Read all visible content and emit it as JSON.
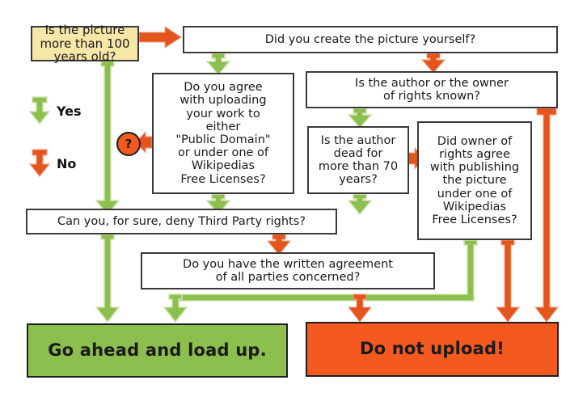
{
  "diagram": {
    "title": "Wikipedia picture upload decision flowchart",
    "colors": {
      "yes_green": "#8cbf4d",
      "no_orange": "#f4591f",
      "start_yellow": "#f6e6a8",
      "box_border": "#3a3a3a",
      "background": "#ffffff"
    },
    "legend": [
      {
        "key": "yes",
        "label": "Yes",
        "color": "#8cbf4d",
        "icon": "arrow-down-green-icon"
      },
      {
        "key": "no",
        "label": "No",
        "color": "#f4591f",
        "icon": "arrow-down-orange-icon"
      }
    ],
    "marker": {
      "name": "question-marker",
      "label": "?"
    },
    "nodes": {
      "start": "Is the picture\nmore than 100\nyears old?",
      "created_yourself": "Did you create the picture yourself?",
      "agree_upload": "Do you agree\nwith uploading\nyour work to\neither\n\"Public Domain\"\nor under one of\nWikipedias\nFree Licenses?",
      "author_known": "Is the author or the owner\nof rights known?",
      "author_dead": "Is the author\ndead for\nmore than 70\nyears?",
      "owner_agree": "Did owner of\nrights agree\nwith publishing\nthe picture\nunder one of\nWikipedias\nFree Licenses?",
      "third_party": "Can you, for sure, deny Third Party rights?",
      "written_agreement": "Do you have the written agreement\nof all parties concerned?",
      "result_yes": "Go ahead and load up.",
      "result_no": "Do not upload!"
    },
    "edges": [
      {
        "from": "start",
        "to": "created_yourself",
        "answer": "No",
        "color": "#f4591f"
      },
      {
        "from": "start",
        "to": "third_party",
        "answer": "Yes",
        "color": "#8cbf4d"
      },
      {
        "from": "created_yourself",
        "to": "agree_upload",
        "answer": "Yes",
        "color": "#8cbf4d"
      },
      {
        "from": "created_yourself",
        "to": "author_known",
        "answer": "No",
        "color": "#f4591f"
      },
      {
        "from": "agree_upload",
        "to": "third_party",
        "answer": "Yes",
        "color": "#8cbf4d"
      },
      {
        "from": "agree_upload",
        "to": "question-marker",
        "answer": "No",
        "color": "#f4591f"
      },
      {
        "from": "author_known",
        "to": "author_dead",
        "answer": "Yes",
        "color": "#8cbf4d"
      },
      {
        "from": "author_known",
        "to": "result_no",
        "answer": "No",
        "color": "#f4591f"
      },
      {
        "from": "author_dead",
        "to": "third_party",
        "answer": "Yes",
        "color": "#8cbf4d"
      },
      {
        "from": "author_dead",
        "to": "owner_agree",
        "answer": "No",
        "color": "#f4591f"
      },
      {
        "from": "owner_agree",
        "to": "result_yes",
        "answer": "Yes",
        "color": "#8cbf4d"
      },
      {
        "from": "owner_agree",
        "to": "result_no",
        "answer": "No",
        "color": "#f4591f"
      },
      {
        "from": "third_party",
        "to": "result_yes",
        "answer": "Yes",
        "color": "#8cbf4d"
      },
      {
        "from": "third_party",
        "to": "written_agreement",
        "answer": "No",
        "color": "#f4591f"
      },
      {
        "from": "written_agreement",
        "to": "result_yes",
        "answer": "Yes",
        "color": "#8cbf4d"
      },
      {
        "from": "written_agreement",
        "to": "result_no",
        "answer": "No",
        "color": "#f4591f"
      }
    ]
  }
}
